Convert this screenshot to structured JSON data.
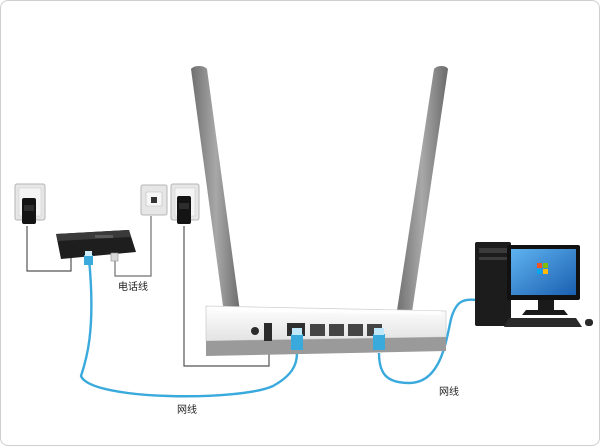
{
  "labels": {
    "phone_line": "电话线",
    "network_cable_left": "网线",
    "network_cable_right": "网线"
  },
  "colors": {
    "ethernet_cable": "#3aa9dc",
    "phone_cable": "#707070",
    "router_body": "#f2f2f2",
    "router_base": "#9a9a9a",
    "antenna": "#8c8c8c",
    "modem": "#1e1e1e",
    "wall_plate": "#e6e6e6",
    "adapter": "#141414",
    "monitor_screen": "#2c7fd0"
  },
  "icons": {
    "wall_outlet_left": "power-outlet-icon",
    "phone_jack": "phone-jack-icon",
    "wall_outlet_right": "power-outlet-icon",
    "desktop_computer": "desktop-computer-icon"
  }
}
